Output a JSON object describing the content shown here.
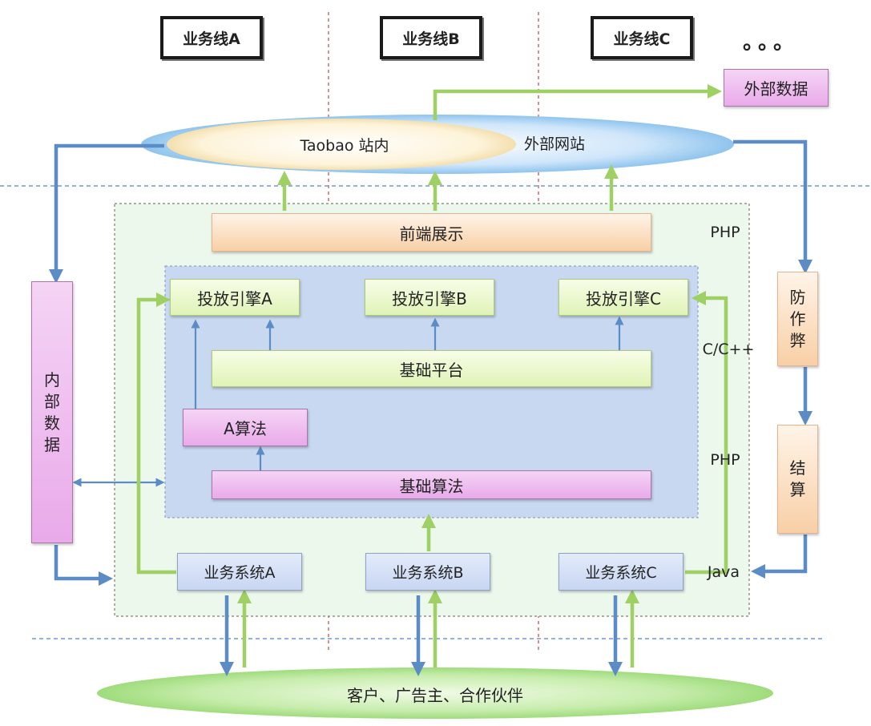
{
  "header": {
    "lines": [
      "业务线A",
      "业务线B",
      "业务线C"
    ],
    "ellipsis": "。。。"
  },
  "external_data": "外部数据",
  "top_cloud": {
    "inner": "Taobao 站内",
    "outer": "外部网站"
  },
  "frontend": "前端展示",
  "engines": [
    "投放引擎A",
    "投放引擎B",
    "投放引擎C"
  ],
  "base_platform": "基础平台",
  "algo_a": "A算法",
  "base_algo": "基础算法",
  "business_systems": [
    "业务系统A",
    "业务系统B",
    "业务系统C"
  ],
  "internal_data": [
    "内",
    "部",
    "数",
    "据"
  ],
  "anti_fraud": [
    "防",
    "作",
    "弊"
  ],
  "settlement": [
    "结",
    "算"
  ],
  "tech_labels": {
    "php_top": "PHP",
    "cpp": "C/C++",
    "php_mid": "PHP",
    "java": "Java"
  },
  "bottom": "客户、广告主、合作伙伴",
  "colors": {
    "green_arrow": "#9ed063",
    "blue_arrow": "#5b8cc6",
    "red_divider": "#d06a6a",
    "blue_divider": "#6b9ad3"
  }
}
